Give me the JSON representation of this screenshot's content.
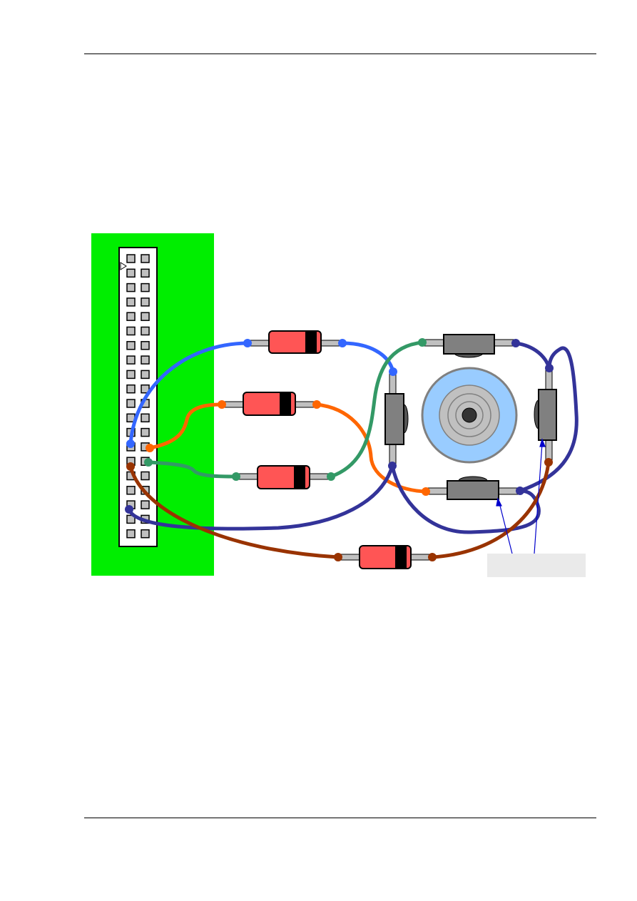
{
  "page": {
    "header_rule": true,
    "footer_rule": true
  },
  "diagram": {
    "board_color": "#00ee00",
    "connector": {
      "rows": 20,
      "columns": 2,
      "pin_color": "#c0c0c0",
      "pin1_marker": "triangle"
    },
    "diode_colors": {
      "body": "#ff5555",
      "band": "#000000",
      "lead": "#c0c0c0"
    },
    "sensor_colors": {
      "body": "#808080",
      "lead": "#c0c0c0"
    },
    "disc": {
      "outer": "#99ccff",
      "rim": "#808080",
      "inner": "#c0c0c0",
      "hub": "#333333"
    },
    "wire_colors": {
      "blue": "#3366ff",
      "orange": "#ff6600",
      "green": "#339966",
      "navy": "#333399",
      "brown": "#993300"
    },
    "callout": {
      "label": "",
      "arrow_color": "#0000cc"
    }
  }
}
